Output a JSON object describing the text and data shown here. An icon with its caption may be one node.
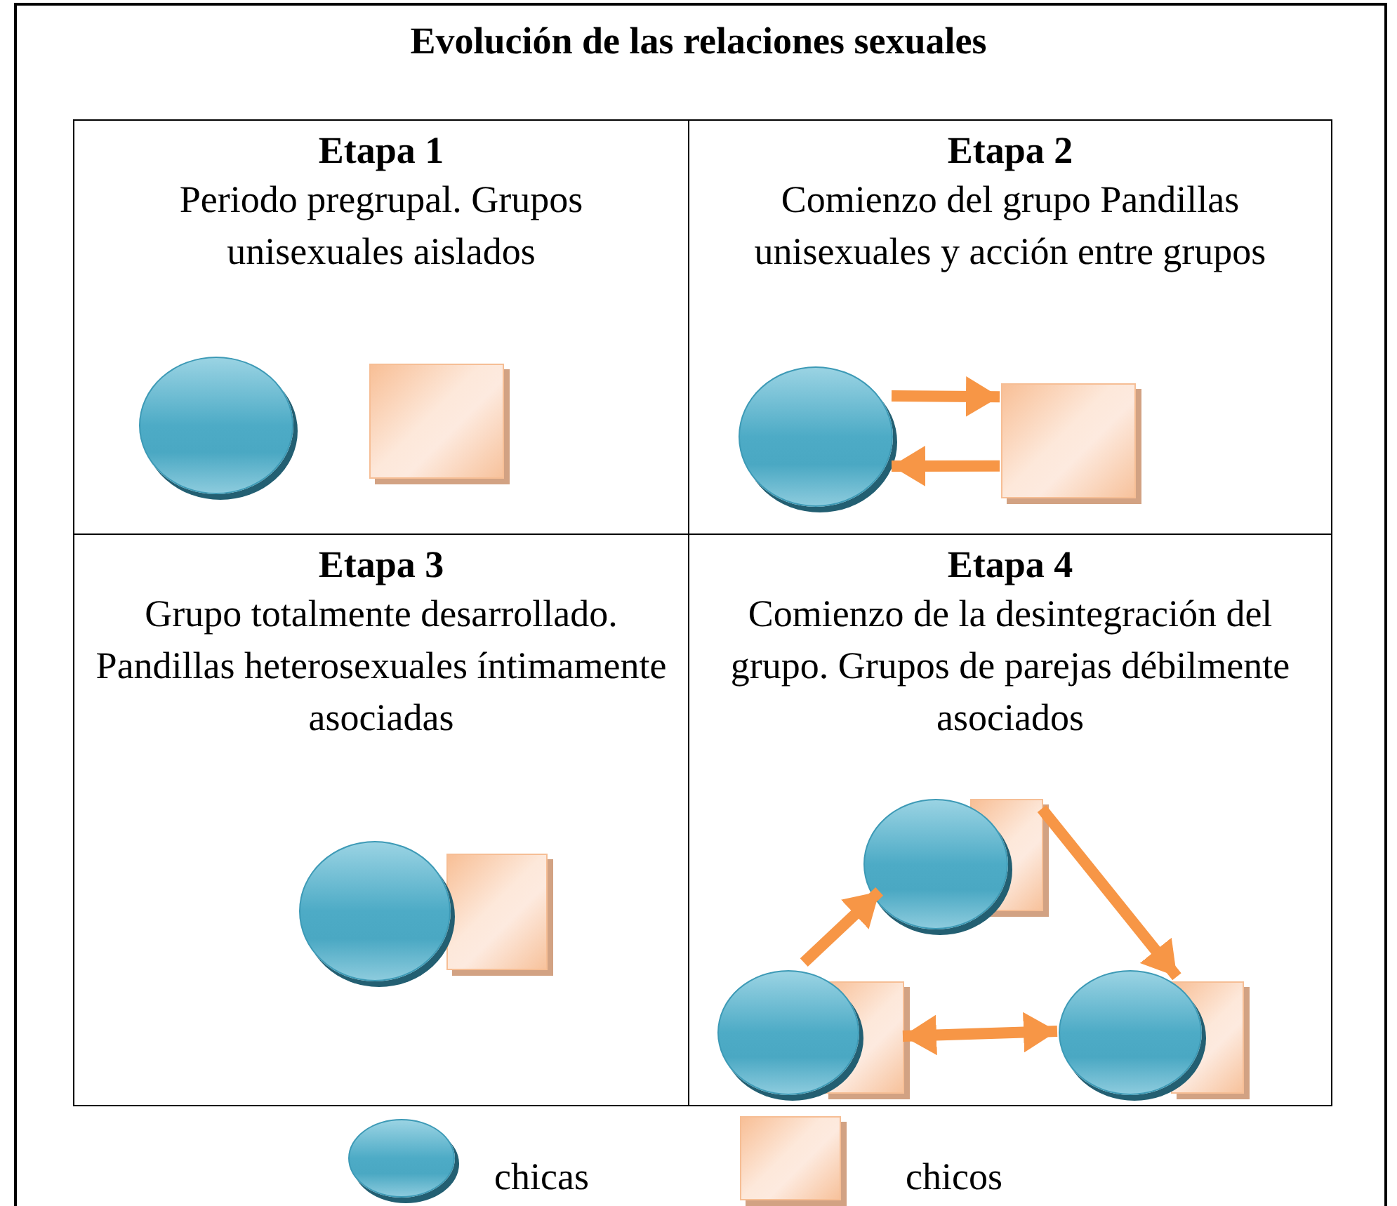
{
  "diagram": {
    "title": "Evolución de las relaciones sexuales",
    "nodes": [
      {
        "text": [
          "Etapa 1",
          "Periodo pregrupal. Grupos unisexuales aislados"
        ]
      },
      {
        "text": [],
        "shape": "circle",
        "in": 0
      },
      {
        "text": [],
        "shape": "box",
        "in": 0
      },
      {
        "text": [
          "Etapa 2",
          "Comienzo del grupo Pandillas unisexuales y acción entre grupos"
        ]
      },
      {
        "text": [],
        "shape": "circle",
        "in": 3
      },
      {
        "text": [],
        "shape": "box",
        "in": 3
      },
      {
        "text": [
          "Etapa 3",
          "Grupo totalmente desarrollado. Pandillas heterosexuales íntimamente asociadas"
        ]
      },
      {
        "text": [],
        "shape": "circle",
        "in": 6
      },
      {
        "text": [],
        "shape": "box",
        "in": 6
      },
      {
        "text": [
          "Etapa 4",
          "Comienzo de la desintegración del grupo. Grupos de parejas débilmente asociados"
        ]
      },
      {
        "text": [],
        "shape": "circle",
        "in": 9
      },
      {
        "text": [],
        "shape": "box",
        "in": 9
      },
      {
        "text": [],
        "shape": "circle",
        "in": 9
      },
      {
        "text": [],
        "shape": "box",
        "in": 9
      },
      {
        "text": [],
        "shape": "circle",
        "in": 9
      },
      {
        "text": [],
        "shape": "box",
        "in": 9
      }
    ],
    "edges": [
      {
        "from": 4,
        "to": 5,
        "arrow": "to"
      },
      {
        "from": 5,
        "to": 4,
        "arrow": "to"
      },
      {
        "from": 12,
        "to": 10,
        "arrow": "to"
      },
      {
        "from": 11,
        "to": 15,
        "arrow": "to"
      },
      {
        "from": 13,
        "to": 14,
        "arrow": "both"
      }
    ],
    "legend": [
      {
        "text": "chicas"
      },
      {
        "text": "chicos"
      }
    ]
  }
}
